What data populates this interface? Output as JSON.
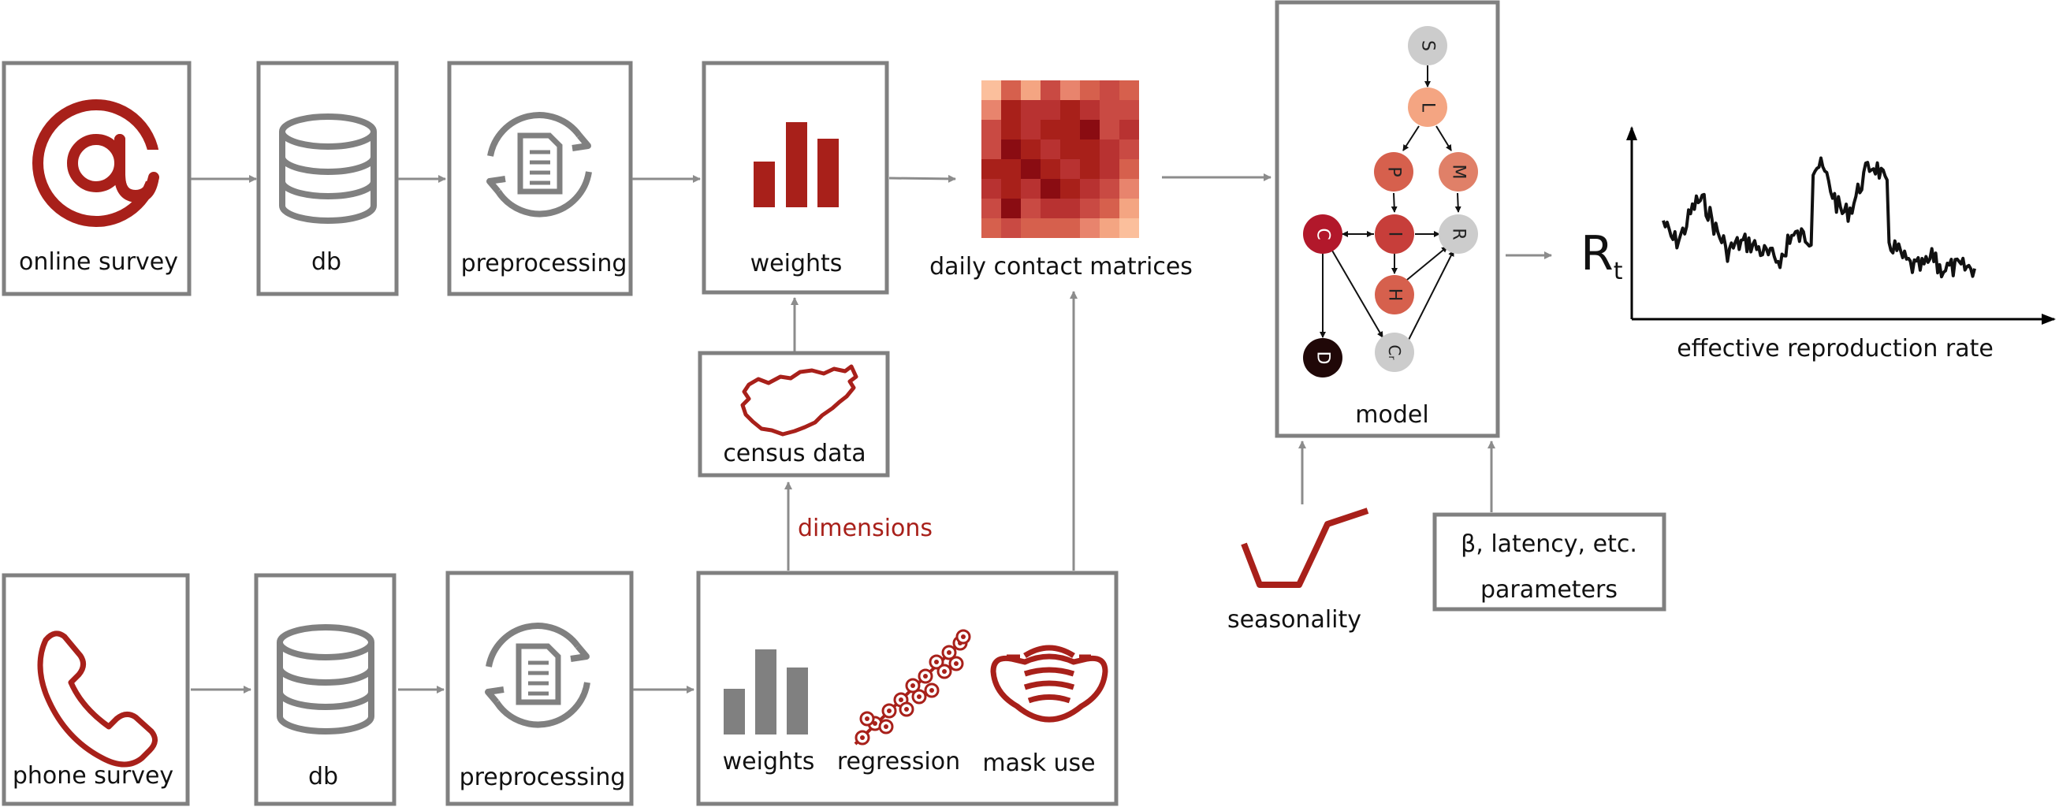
{
  "labels": {
    "online_survey": "online survey",
    "phone_survey": "phone survey",
    "db_top": "db",
    "db_bottom": "db",
    "preprocessing_top": "preprocessing",
    "preprocessing_bottom": "preprocessing",
    "weights_top": "weights",
    "weights_bottom": "weights",
    "regression": "regression",
    "mask_use": "mask use",
    "census_data": "census data",
    "dimensions": "dimensions",
    "daily_contact_matrices": "daily contact matrices",
    "model": "model",
    "seasonality": "seasonality",
    "parameters_line1": "β, latency, etc.",
    "parameters_line2": "parameters",
    "rt_symbol": "R",
    "rt_subscript": "t",
    "effective_reproduction_rate": "effective reproduction rate"
  },
  "model_nodes": {
    "S": "S",
    "L": "L",
    "P": "P",
    "M": "M",
    "I": "I",
    "R": "R",
    "C": "C",
    "H": "H",
    "D": "D",
    "Cr": "Cᵣ"
  },
  "colors": {
    "accent_red": "#a8201a",
    "box_gray": "#808080",
    "arrow_gray": "#8c8c8c",
    "node_gray": "#cccccc",
    "node_peach": "#f4a582",
    "node_salmon": "#d6604d",
    "node_dark_red": "#b2182b",
    "node_black": "#200808"
  },
  "icons": {
    "online_survey": "at-sign-icon",
    "phone_survey": "phone-icon",
    "db": "database-icon",
    "preprocessing": "document-refresh-icon",
    "weights": "bar-chart-icon",
    "regression": "regression-icon",
    "mask_use": "face-mask-icon",
    "census_data": "hungary-map-icon",
    "seasonality": "seasonality-curve-icon"
  }
}
